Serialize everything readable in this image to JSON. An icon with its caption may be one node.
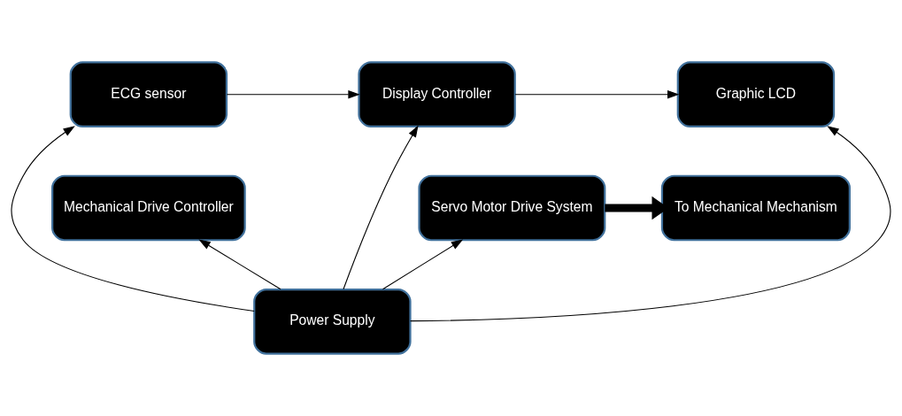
{
  "diagram": {
    "nodes": [
      {
        "text": [
          "ECG sensor"
        ]
      },
      {
        "text": [
          "Display Controller"
        ]
      },
      {
        "text": [
          "Graphic LCD"
        ]
      },
      {
        "text": [
          "Mechanical Drive Controller"
        ]
      },
      {
        "text": [
          "Servo Motor Drive System"
        ]
      },
      {
        "text": [
          "To Mechanical Mechanism"
        ]
      },
      {
        "text": [
          "Power Supply"
        ]
      }
    ],
    "edges": [
      {
        "from": 0,
        "to": 1,
        "arrow": "to"
      },
      {
        "from": 1,
        "to": 2,
        "arrow": "to"
      },
      {
        "from": 4,
        "to": 5,
        "arrow": "to",
        "style": "thick"
      },
      {
        "from": 6,
        "to": 3,
        "arrow": "to"
      },
      {
        "from": 6,
        "to": 4,
        "arrow": "to"
      },
      {
        "from": 6,
        "to": 0,
        "arrow": "to"
      },
      {
        "from": 6,
        "to": 1,
        "arrow": "to"
      },
      {
        "from": 6,
        "to": 2,
        "arrow": "to"
      }
    ]
  }
}
